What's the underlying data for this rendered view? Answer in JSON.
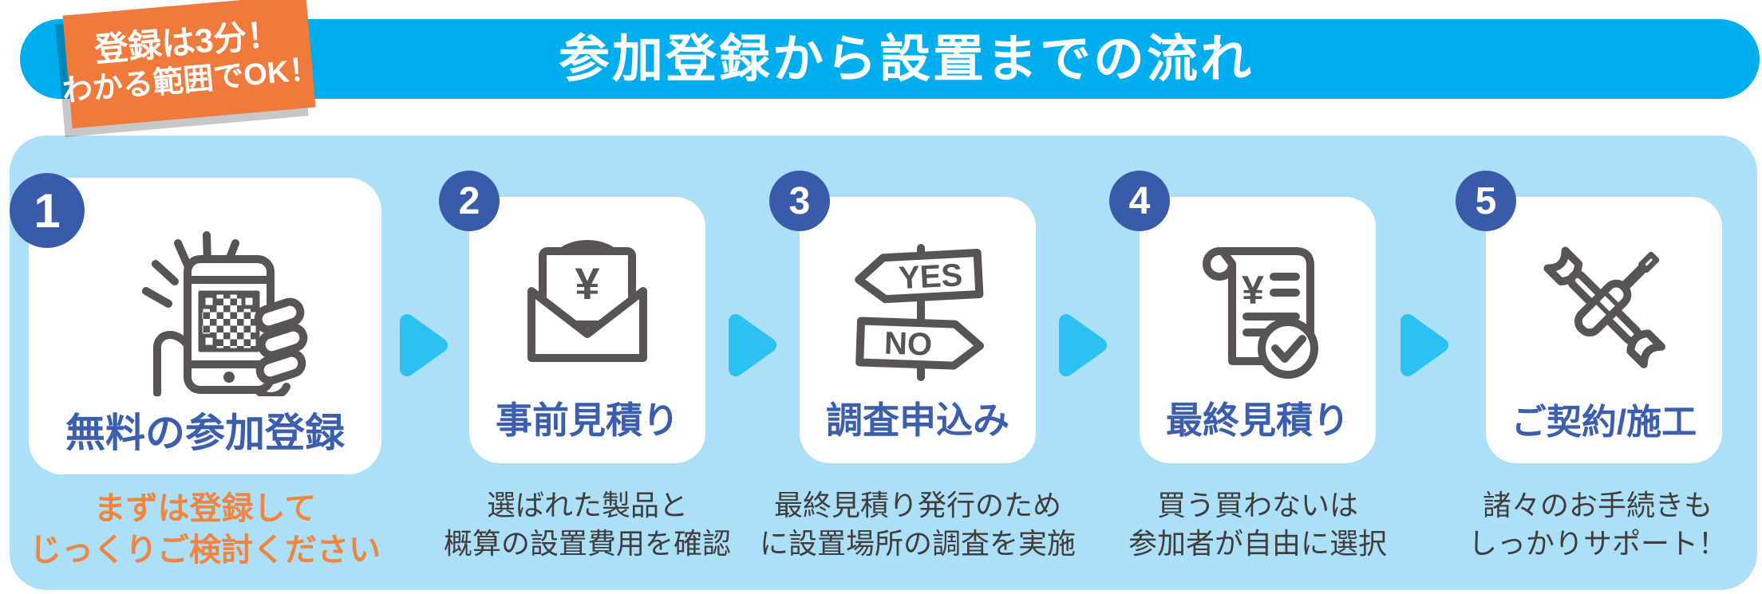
{
  "header": {
    "title": "参加登録から設置までの流れ"
  },
  "ribbon": {
    "line1": "登録は3分！",
    "line2": "わかる範囲でOK！"
  },
  "steps": [
    {
      "number": "1",
      "title": "無料の参加登録",
      "icon": "smartphone-qr-icon",
      "description": [
        "まずは登録して",
        "じっくりご検討ください"
      ],
      "description_emphasis": true
    },
    {
      "number": "2",
      "title": "事前見積り",
      "icon": "envelope-yen-icon",
      "description": [
        "選ばれた製品と",
        "概算の設置費用を確認"
      ],
      "description_emphasis": false
    },
    {
      "number": "3",
      "title": "調査申込み",
      "icon": "yes-no-signpost-icon",
      "description": [
        "最終見積り発行のため",
        "に設置場所の調査を実施"
      ],
      "description_emphasis": false
    },
    {
      "number": "4",
      "title": "最終見積り",
      "icon": "estimate-check-icon",
      "description": [
        "買う買わないは",
        "参加者が自由に選択"
      ],
      "description_emphasis": false
    },
    {
      "number": "5",
      "title": "ご契約/施工",
      "icon": "tools-icon",
      "description": [
        "諸々のお手続きも",
        "しっかりサポート！"
      ],
      "description_emphasis": false
    }
  ],
  "icon_labels": {
    "yes": "YES",
    "no": "NO",
    "yen": "¥"
  },
  "arrow_icon": "arrow-right-icon",
  "colors": {
    "header_blue": "#00AEEF",
    "panel_blue": "#ACE0F8",
    "arrow_blue": "#2BC1F0",
    "number_navy": "#3A5BA9",
    "title_blue": "#3B5EAD",
    "ribbon_orange": "#F0793C",
    "highlight_orange": "#F0853F",
    "icon_gray": "#595454",
    "text_gray": "#403D3C"
  }
}
